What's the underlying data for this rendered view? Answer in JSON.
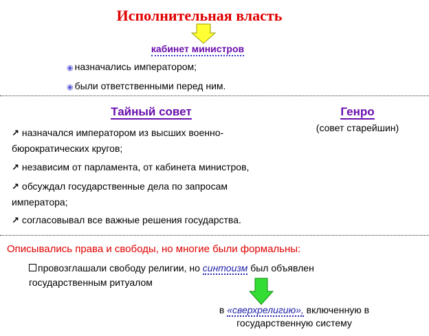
{
  "title": "Исполнительная власть",
  "cabinet": {
    "label": "кабинет министров",
    "items": [
      "назначались императором;",
      "были ответственными перед ним."
    ]
  },
  "privy_council": {
    "heading": "Тайный совет",
    "items": [
      "назначался императором из высших военно-бюрократических кругов;",
      "независим от парламента, от кабинета министров,",
      "обсуждал государственные дела по запросам императора;",
      "согласовывал все важные решения государства."
    ]
  },
  "genro": {
    "heading": "Генро",
    "subtitle": "(совет старейшин)"
  },
  "rights": {
    "text": "Описывались права и свободы, но многие были формальны:",
    "religion_pre": "провозглашали свободу религии, но",
    "religion_link": "синтоизм",
    "religion_post": "был объявлен государственным ритуалом",
    "conclusion_pre": "в",
    "conclusion_link": "«сверхрелигию»,",
    "conclusion_post": "включенную в государственную систему"
  },
  "colors": {
    "title": "#e00000",
    "heading": "#6a0dad",
    "arrow_yellow": "#ffff33",
    "arrow_green": "#33dd33"
  }
}
